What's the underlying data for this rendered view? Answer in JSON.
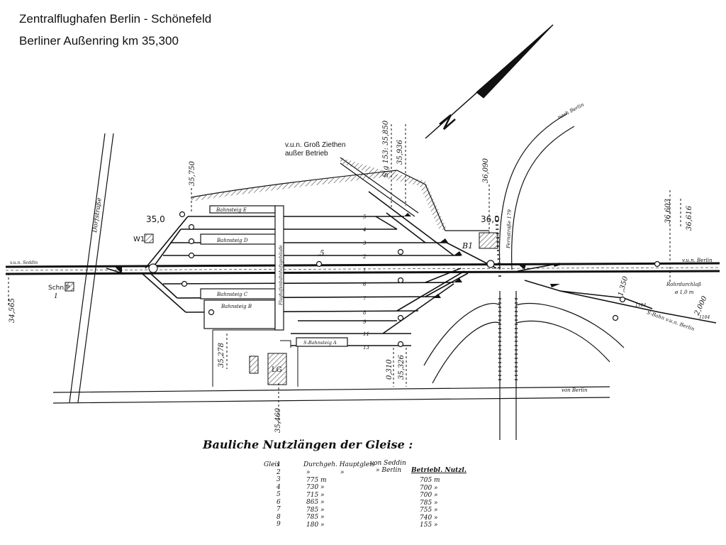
{
  "title": {
    "line1": "Zentralflughafen Berlin - Schönefeld",
    "line2": "Berliner Außenring km 35,300"
  },
  "annotation": {
    "line1": "v.u.n. Groß Ziethen",
    "line2": "außer Betrieb"
  },
  "km_marks": {
    "k35565": "34,565",
    "k35750": "35,750",
    "k35278": "35,278",
    "k35460": "35,460",
    "k35850": "Sig 153: 35,850",
    "k35936": "35,936",
    "k36090": "36,090",
    "k36310": "0,310",
    "k36326": "35,326",
    "k36603": "36,603",
    "k36616": "36,616",
    "k1350": "1,350",
    "k2000": "2,000"
  },
  "labels": {
    "km350": "35,0",
    "km360": "36,0",
    "w1": "W1",
    "b1": "B1",
    "schnp": "Schn.P",
    "schnp_no": "1",
    "lg": "LG",
    "bahnsteig_e": "Bahnsteig E",
    "bahnsteig_d": "Bahnsteig D",
    "bahnsteig_c": "Bahnsteig C",
    "bahnsteig_b": "Bahnsteig B",
    "bahnsteig_a": "S-Bahnsteig A",
    "zentralbahnsteig": "Flughafenbahnhofsgebäude",
    "dorfstrasse": "Dorfstraße",
    "fernstrasse": "Fernstraße 179",
    "von_seddin": "v.u.n. Seddin",
    "nach_berlin_top": "nach Berlin",
    "vun_berlin_right": "v.u.n. Berlin",
    "von_berlin_bottom": "von Berlin",
    "sbahn_berlin": "S-Bahn v.u.n. Berlin",
    "rohrdurchlass": "Rohrdurchlaß",
    "rohr_dm": "ø 1,0 m",
    "gleis_5": ".5",
    "km1104a": "1104",
    "km1104b": "1104"
  },
  "track_numbers": [
    "1",
    "2",
    "3",
    "4",
    "5",
    "6",
    "7",
    "8",
    "9",
    "11",
    "13"
  ],
  "table": {
    "heading": "Bauliche Nutzlängen der Gleise :",
    "col_gleis": "Gleis",
    "col_durch": "Durchgeh. Hauptgleis",
    "col_seddin": "von Seddin",
    "col_berlin": "» Berlin",
    "col_betr": "Betriebl. Nutzl.",
    "rows": [
      {
        "gleis": "1",
        "len": "»",
        "betr": ""
      },
      {
        "gleis": "2",
        "len": "»",
        "betr": ""
      },
      {
        "gleis": "3",
        "len": "775 m",
        "betr": "705 m"
      },
      {
        "gleis": "4",
        "len": "730 »",
        "betr": "700 »"
      },
      {
        "gleis": "5",
        "len": "715 »",
        "betr": "700 »"
      },
      {
        "gleis": "6",
        "len": "865 »",
        "betr": "785 »"
      },
      {
        "gleis": "7",
        "len": "785 »",
        "betr": "755 »"
      },
      {
        "gleis": "8",
        "len": "785 »",
        "betr": "740 »"
      },
      {
        "gleis": "9",
        "len": "180 »",
        "betr": "155 »"
      }
    ]
  },
  "colors": {
    "ink": "#111111",
    "paper": "#ffffff",
    "hatch": "#444444"
  },
  "icons": {
    "north_arrow": "north-arrow-icon"
  }
}
